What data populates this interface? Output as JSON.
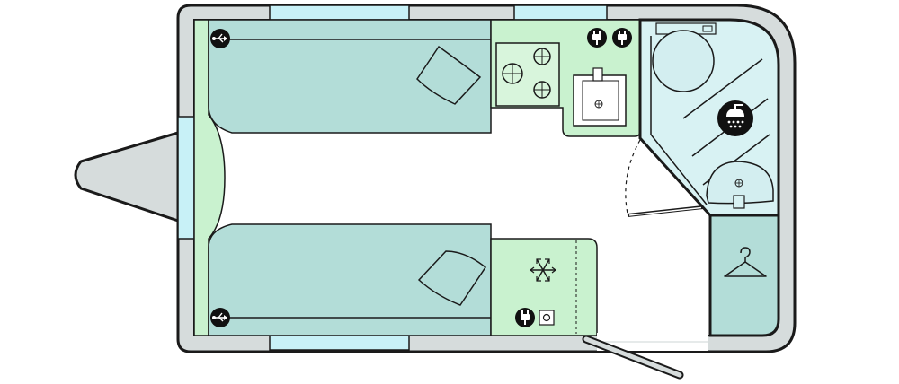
{
  "colors": {
    "shell": "#d6dcdc",
    "outline": "#1a1a1a",
    "mint": "#c9f2cf",
    "mintLight": "#d8f5dc",
    "teal": "#b3ddd8",
    "tealLight": "#d3eef0",
    "window": "#c8f1f7",
    "wet": "#d8f2f3",
    "floor": "#ffffff",
    "iconDark": "#111111",
    "iconLight": "#ffffff"
  },
  "icons": {
    "usb_top": "usb-icon",
    "usb_bottom": "usb-icon",
    "sockets_galley": "power-socket-icon",
    "socket_fridge": "power-socket-icon",
    "tv_point": "tv-aerial-point-icon",
    "shower": "shower-icon",
    "fridge": "snowflake-icon",
    "wardrobe": "coat-hanger-icon",
    "hob": "hob-burners-icon",
    "sink": "sink-icon",
    "toilet": "toilet-icon",
    "basin": "washbasin-icon"
  },
  "rooms": {
    "bed_top": "single-bed",
    "bed_bottom": "single-bed",
    "galley": "kitchen",
    "washroom": "shower-washroom",
    "wardrobe": "wardrobe",
    "fridge_unit": "fridge-unit"
  }
}
